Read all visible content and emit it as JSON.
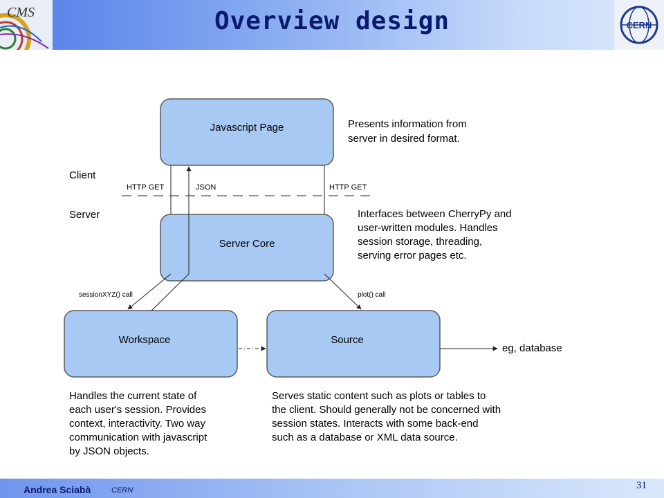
{
  "slide": {
    "title": "Overview design",
    "author": "Andrea Sciabà",
    "organization": "CERN",
    "page_number": "31"
  },
  "diagram": {
    "boxes": {
      "javascript_page": "Javascript Page",
      "server_core": "Server Core",
      "workspace": "Workspace",
      "source": "Source"
    },
    "labels": {
      "client": "Client",
      "server": "Server",
      "http_get_left": "HTTP GET",
      "json": "JSON",
      "http_get_right": "HTTP GET",
      "session_call": "sessionXYZ() call",
      "plot_call": "plot() call",
      "eg_database": "eg, database"
    },
    "descriptions": {
      "javascript_page": [
        "Presents information from",
        "server in desired format."
      ],
      "server_core": [
        "Interfaces between CherryPy and",
        "user-written modules. Handles",
        "session storage, threading,",
        "serving error pages etc."
      ],
      "workspace": [
        "Handles the current state of",
        "each user's session. Provides",
        "context, interactivity. Two way",
        "communication with javascript",
        "by JSON objects."
      ],
      "source": [
        "Serves static content such as plots or tables to",
        "the client. Should generally not be concerned with",
        "session states. Interacts with some back-end",
        "such as a database or XML data source."
      ]
    }
  },
  "colors": {
    "box_fill": "#a7c9f3",
    "box_stroke": "#5a5a5a",
    "title_color": "#0b1a6e"
  }
}
